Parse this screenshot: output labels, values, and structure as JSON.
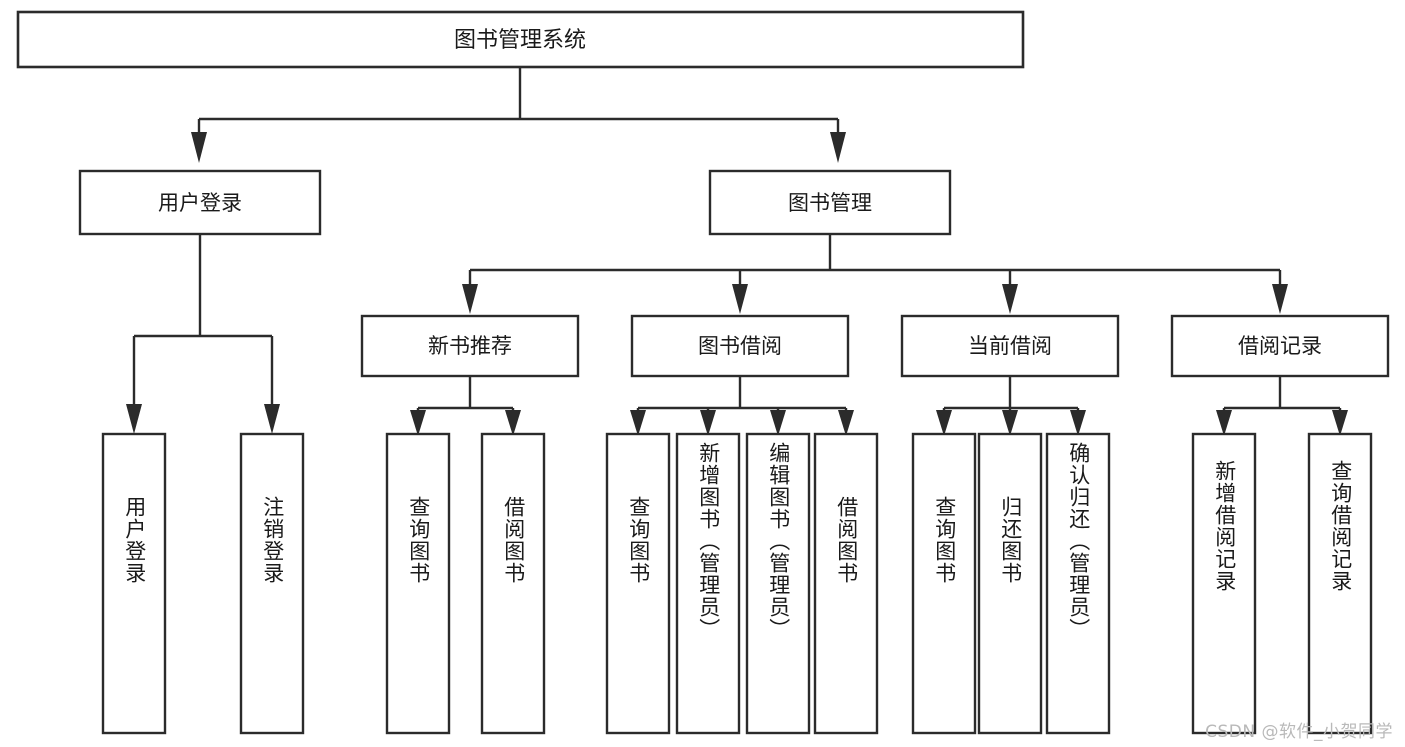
{
  "diagram": {
    "type": "tree-hierarchy",
    "title": "图书管理系统",
    "orientation": "top-down",
    "colors": {
      "box_stroke": "#2b2b2b",
      "box_fill": "#ffffff",
      "text": "#1a1a1a",
      "background": "#ffffff",
      "watermark": "#b9b9b9"
    },
    "root": {
      "label": "图书管理系统"
    },
    "level2": [
      {
        "id": "user-login",
        "label": "用户登录"
      },
      {
        "id": "book-manage",
        "label": "图书管理"
      }
    ],
    "level3": [
      {
        "id": "new-book-recommend",
        "label": "新书推荐"
      },
      {
        "id": "book-borrow",
        "label": "图书借阅"
      },
      {
        "id": "current-borrow",
        "label": "当前借阅"
      },
      {
        "id": "borrow-record",
        "label": "借阅记录"
      }
    ],
    "leaves": {
      "user_login": [
        {
          "id": "leaf-user-login",
          "label": "用户登录"
        },
        {
          "id": "leaf-logout-login",
          "label": "注销登录"
        }
      ],
      "new_book_recommend": [
        {
          "id": "leaf-query-book-1",
          "label": "查询图书"
        },
        {
          "id": "leaf-borrow-book-1",
          "label": "借阅图书"
        }
      ],
      "book_borrow": [
        {
          "id": "leaf-query-book-2",
          "label": "查询图书"
        },
        {
          "id": "leaf-add-book",
          "label": "新增图书（管理员）"
        },
        {
          "id": "leaf-edit-book",
          "label": "编辑图书（管理员）"
        },
        {
          "id": "leaf-borrow-book-2",
          "label": "借阅图书"
        }
      ],
      "current_borrow": [
        {
          "id": "leaf-query-book-3",
          "label": "查询图书"
        },
        {
          "id": "leaf-return-book",
          "label": "归还图书"
        },
        {
          "id": "leaf-confirm-return",
          "label": "确认归还（管理员）"
        }
      ],
      "borrow_record": [
        {
          "id": "leaf-add-record",
          "label": "新增借阅记录"
        },
        {
          "id": "leaf-query-record",
          "label": "查询借阅记录"
        }
      ]
    },
    "watermark": "CSDN @软件_小贺同学"
  }
}
